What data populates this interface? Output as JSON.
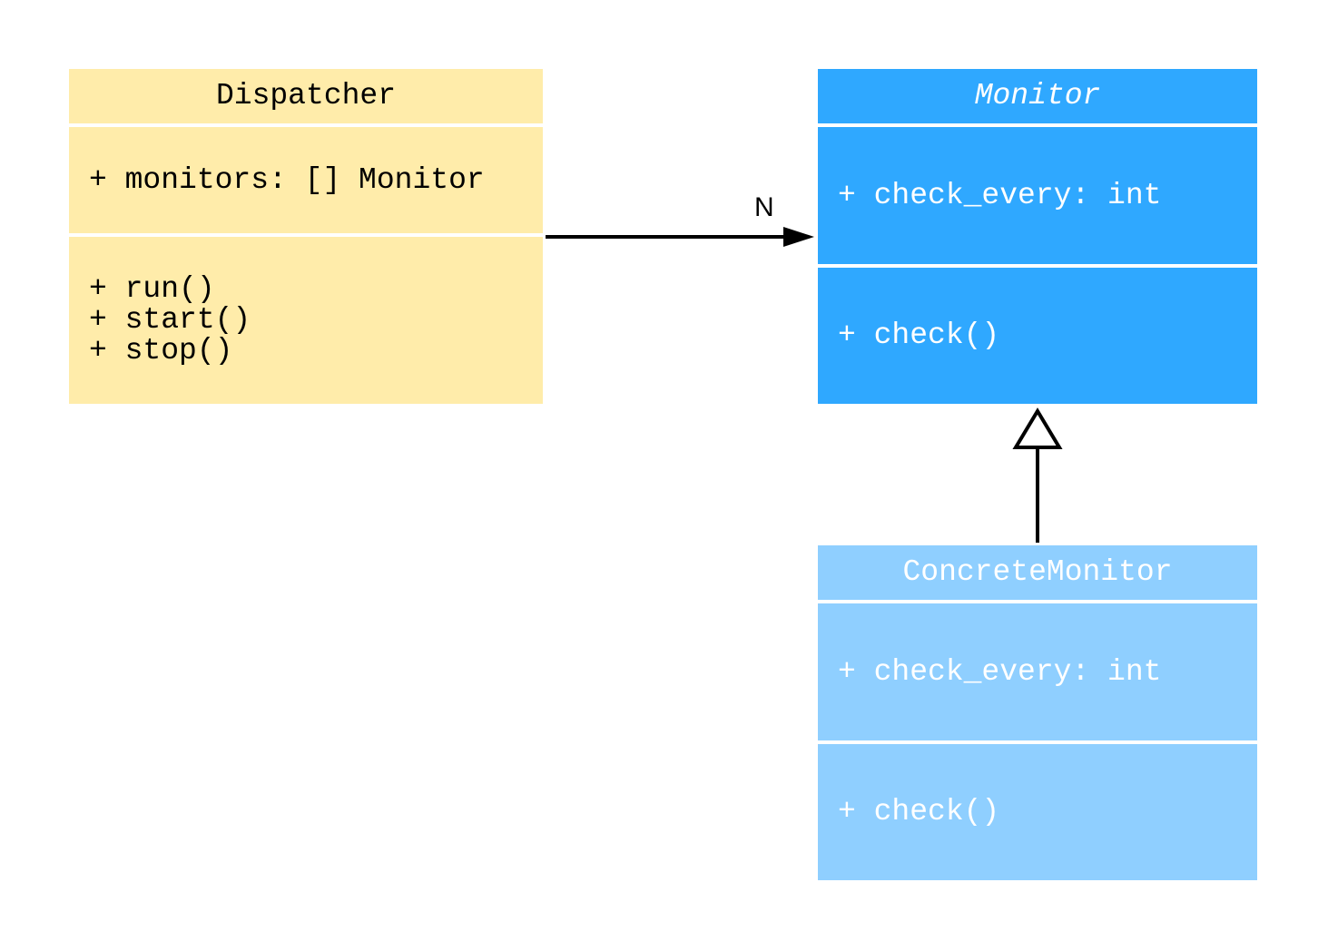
{
  "classes": [
    {
      "name": "Dispatcher",
      "attributes": "+ monitors: [] Monitor",
      "methods": "+ run()\n+ start()\n+ stop()",
      "color": "#FFECAA"
    },
    {
      "name": "Monitor",
      "abstract": true,
      "attributes": "+ check_every: int",
      "methods": "+ check()",
      "color": "#2FA8FF"
    },
    {
      "name": "ConcreteMonitor",
      "attributes": "+ check_every: int",
      "methods": "+ check()",
      "color": "#8FCFFF"
    }
  ],
  "relations": [
    {
      "type": "association",
      "from": "Dispatcher",
      "to": "Monitor",
      "label": "N"
    },
    {
      "type": "inheritance",
      "from": "ConcreteMonitor",
      "to": "Monitor"
    }
  ]
}
